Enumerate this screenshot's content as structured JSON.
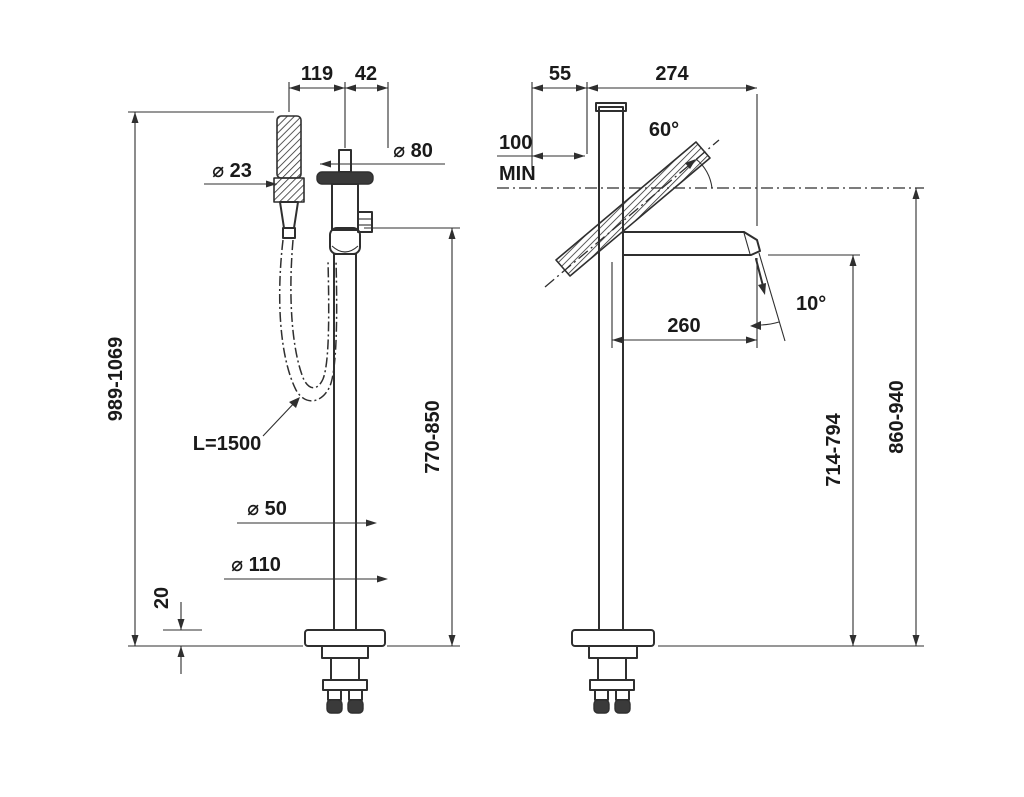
{
  "drawing": {
    "colors": {
      "line": "#2f2f2f",
      "text": "#1a1a1a",
      "background": "#ffffff"
    },
    "front_view": {
      "offset_handshower": "119",
      "offset_spout": "42",
      "dia_handshower": "⌀ 23",
      "dia_top": "⌀ 80",
      "height_total": "989-1069",
      "height_spout": "770-850",
      "hose_length": "L=1500",
      "dia_column": "⌀ 50",
      "dia_base": "⌀ 110",
      "base_thickness": "20"
    },
    "side_view": {
      "offset_back": "55",
      "reach_total": "274",
      "clearance_min": "100",
      "clearance_min_label": "MIN",
      "angle_handshower": "60°",
      "reach_spout": "260",
      "angle_spout": "10°",
      "height_spout": "714-794",
      "height_handle": "860-940"
    }
  }
}
